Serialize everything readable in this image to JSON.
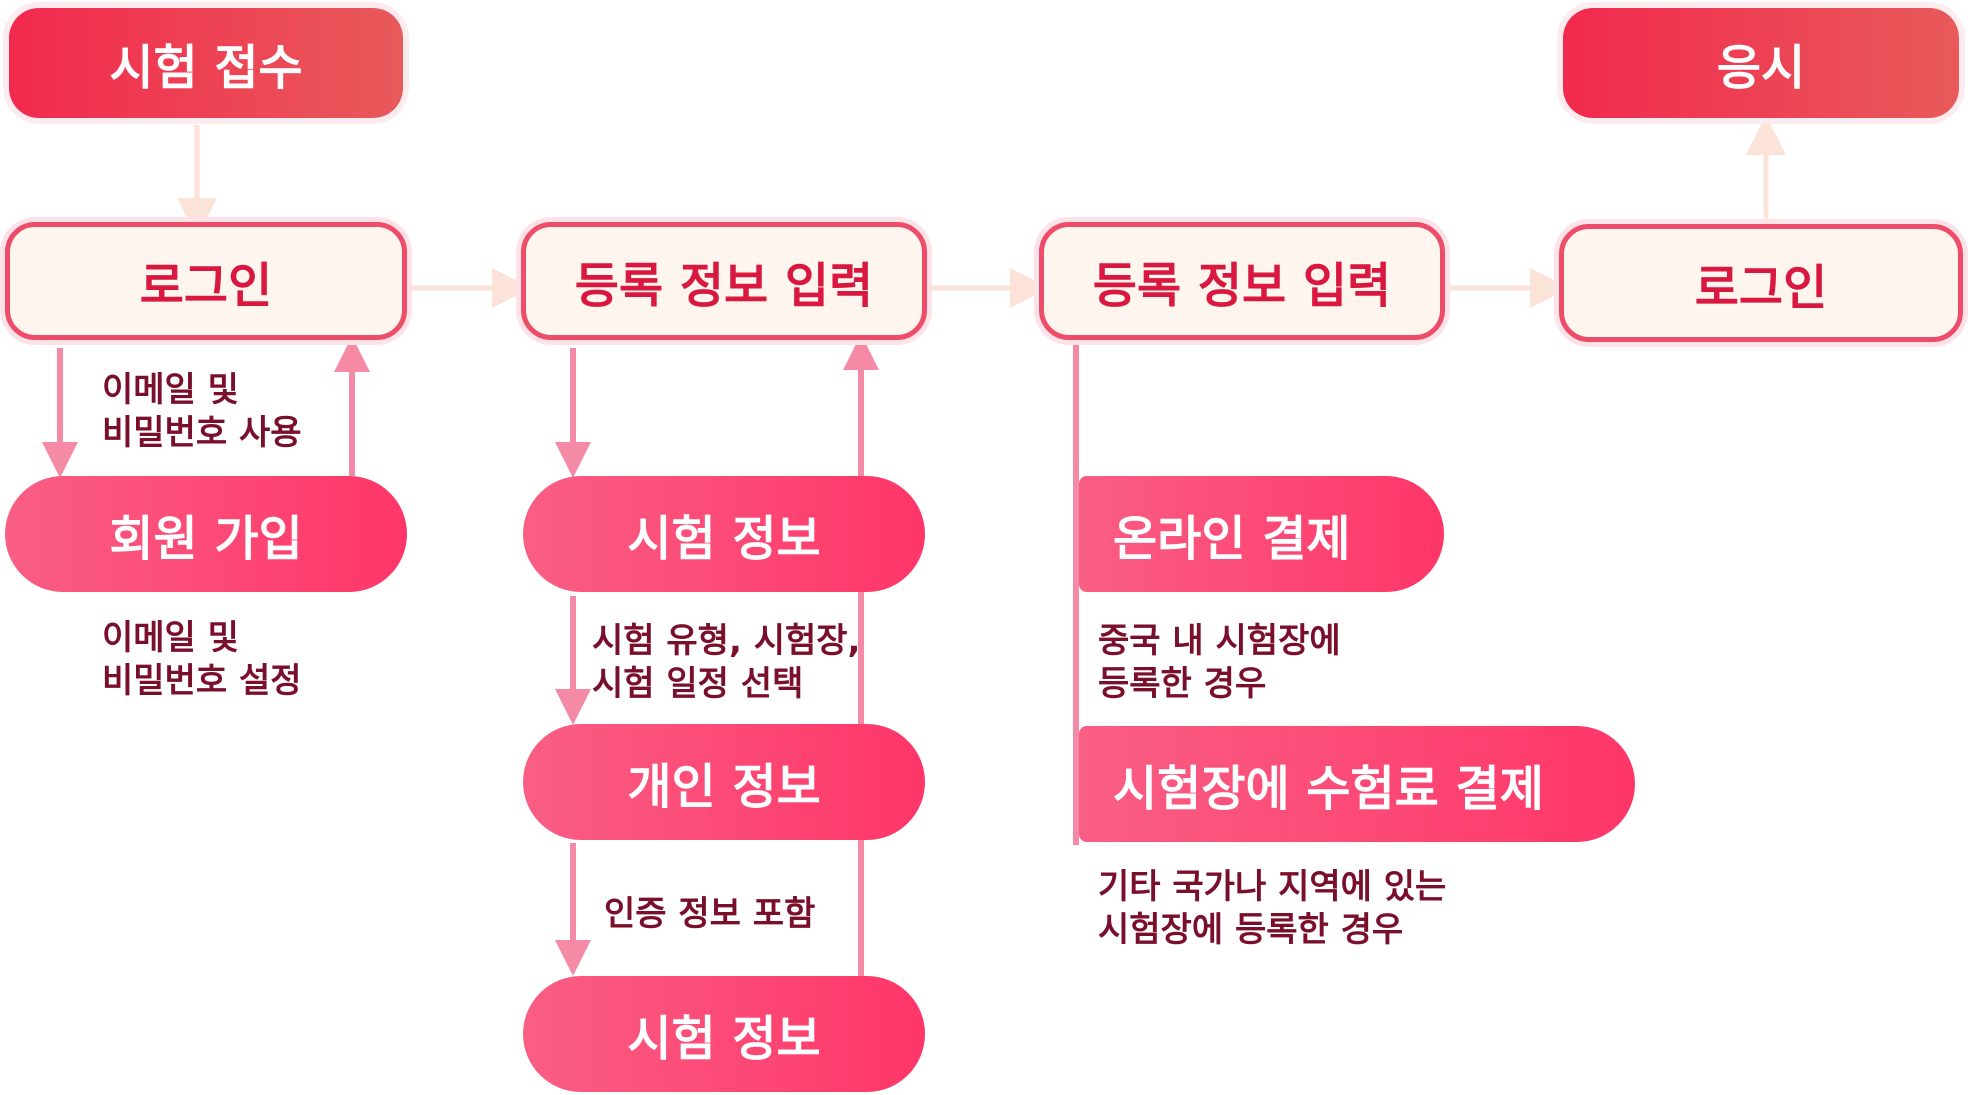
{
  "colors": {
    "accent": "#f2294e",
    "accent_end": "#e85a5a",
    "pill_start": "#f95e84",
    "pill_end": "#ff3668",
    "outline_border": "#ee4d6a",
    "outline_fill": "#fff5ef",
    "outline_text": "#d9183f",
    "note_text": "#7a0f2b",
    "connector_light": "#fbe3d8",
    "connector_pink": "#f58aa6"
  },
  "nodes": {
    "exam_registration": "시험 접수",
    "take_exam": "응시",
    "login_start": "로그인",
    "register_info_1": "등록 정보 입력",
    "register_info_2": "등록 정보 입력",
    "login_end": "로그인",
    "sign_up": "회원 가입",
    "exam_info_1": "시험 정보",
    "personal_info": "개인 정보",
    "exam_info_2": "시험 정보",
    "online_payment": "온라인 결제",
    "venue_payment": "시험장에 수험료 결제"
  },
  "notes": {
    "login_use": [
      "이메일 및",
      "비밀번호 사용"
    ],
    "signup_set": [
      "이메일 및",
      "비밀번호 설정"
    ],
    "exam_select": [
      "시험 유형, 시험장,",
      "시험 일정 선택"
    ],
    "auth_include": "인증 정보 포함",
    "china_venue": [
      "중국 내 시험장에",
      "등록한 경우"
    ],
    "other_venue": [
      "기타 국가나 지역에 있는",
      "시험장에 등록한 경우"
    ]
  }
}
